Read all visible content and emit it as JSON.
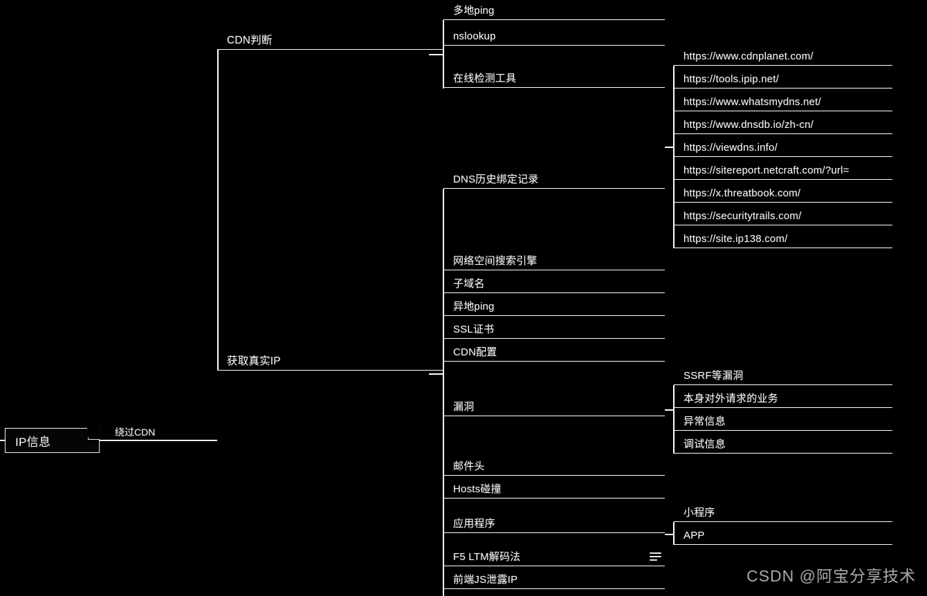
{
  "meta": {
    "bg_color": "#000000",
    "line_color": "#ffffff",
    "text_color": "#f2f2f2",
    "watermark": "CSDN @阿宝分享技术"
  },
  "root": {
    "label": "IP信息"
  },
  "edges": {
    "bypass_cdn": "绕过CDN"
  },
  "level2": [
    {
      "label": "CDN判断"
    },
    {
      "label": "获取真实IP"
    }
  ],
  "cdn_children": [
    {
      "label": "多地ping"
    },
    {
      "label": "nslookup"
    },
    {
      "label": "在线检测工具"
    }
  ],
  "online_tools": [
    {
      "label": "https://www.cdnplanet.com/"
    },
    {
      "label": "https://tools.ipip.net/"
    },
    {
      "label": "https://www.whatsmydns.net/"
    },
    {
      "label": "https://www.dnsdb.io/zh-cn/"
    },
    {
      "label": "https://viewdns.info/"
    },
    {
      "label": "https://sitereport.netcraft.com/?url="
    },
    {
      "label": "https://x.threatbook.com/"
    },
    {
      "label": "https://securitytrails.com/"
    },
    {
      "label": "https://site.ip138.com/"
    }
  ],
  "real_ip_children": [
    {
      "label": "DNS历史绑定记录"
    },
    {
      "label": "网络空间搜索引擎"
    },
    {
      "label": "子域名"
    },
    {
      "label": "异地ping"
    },
    {
      "label": "SSL证书"
    },
    {
      "label": "CDN配置"
    },
    {
      "label": "漏洞"
    },
    {
      "label": "邮件头"
    },
    {
      "label": "Hosts碰撞"
    },
    {
      "label": "应用程序"
    },
    {
      "label": "F5 LTM解码法",
      "has_note": true
    },
    {
      "label": "前端JS泄露IP"
    }
  ],
  "vuln_children": [
    {
      "label": "SSRF等漏洞"
    },
    {
      "label": "本身对外请求的业务"
    },
    {
      "label": "异常信息"
    },
    {
      "label": "调试信息"
    }
  ],
  "app_children": [
    {
      "label": "小程序"
    },
    {
      "label": "APP"
    }
  ]
}
